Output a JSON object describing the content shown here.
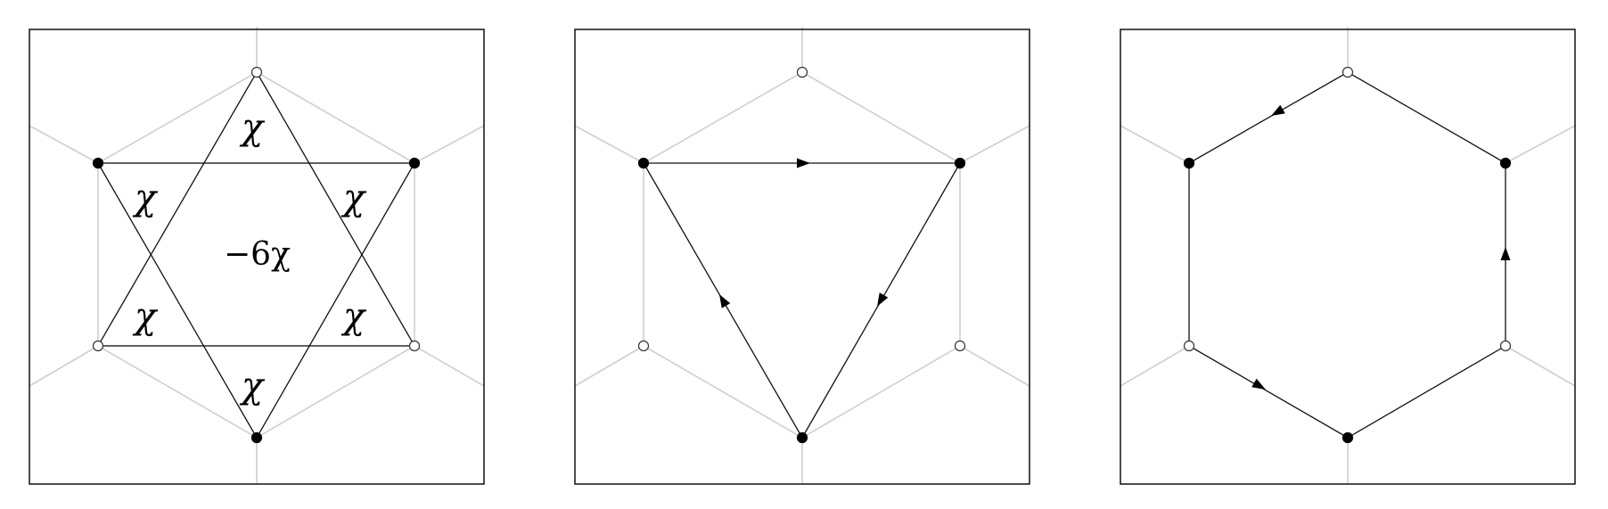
{
  "panels": [
    {
      "id": "star-panel",
      "labels": {
        "chi": "χ",
        "center": "−6χ"
      }
    },
    {
      "id": "triangle-panel"
    },
    {
      "id": "hexagon-panel"
    }
  ],
  "colors": {
    "frame": "#000000",
    "lattice": "#cfcfcf",
    "path": "#111111"
  }
}
